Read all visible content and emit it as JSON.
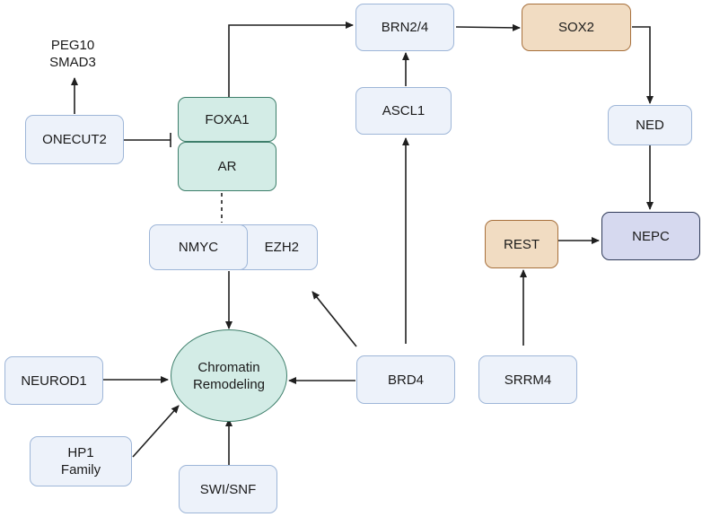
{
  "nodes": {
    "peg10": "PEG10",
    "smad3": "SMAD3",
    "onecut2": "ONECUT2",
    "foxa1": "FOXA1",
    "ar": "AR",
    "nmyc": "NMYC",
    "ezh2": "EZH2",
    "brn24": "BRN2/4",
    "sox2": "SOX2",
    "ascl1": "ASCL1",
    "ned": "NED",
    "nepc": "NEPC",
    "rest": "REST",
    "srrm4": "SRRM4",
    "brd4": "BRD4",
    "chromatin_line1": "Chromatin",
    "chromatin_line2": "Remodeling",
    "neurod1": "NEUROD1",
    "hp1_line1": "HP1",
    "hp1_line2": "Family",
    "swisnf": "SWI/SNF"
  },
  "colors": {
    "blue_node": "#edf2fa",
    "green_node": "#d3ece6",
    "orange_node": "#f1dcc2",
    "nepc_node": "#d6d9ef",
    "arrow": "#1f1f1f"
  }
}
